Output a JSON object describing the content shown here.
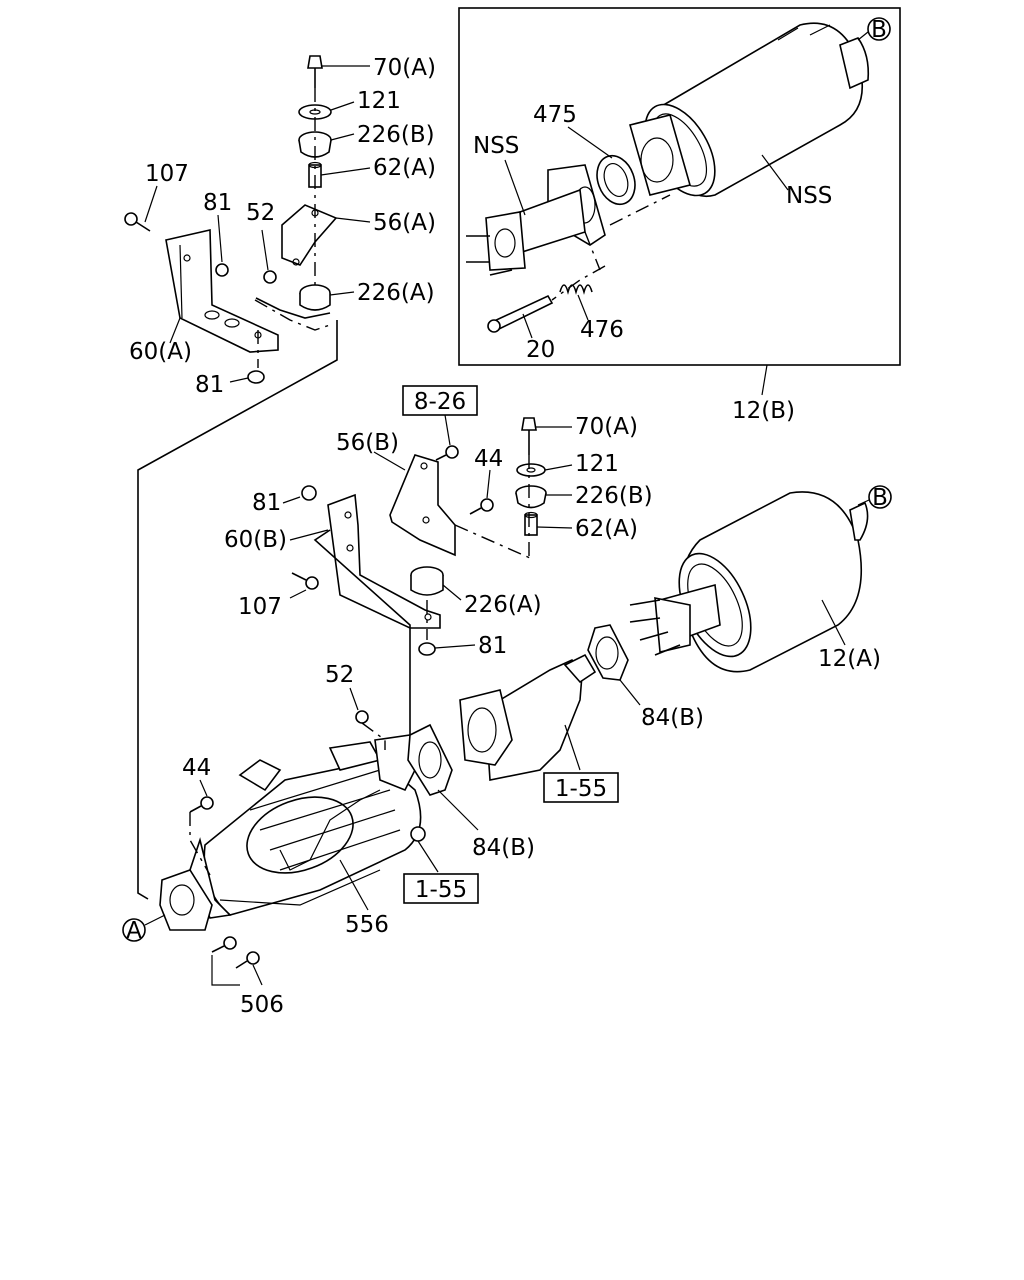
{
  "labels": {
    "b_upper": "B",
    "b_mid": "B",
    "a_lower": "A",
    "nss_1": "NSS",
    "nss_2": "NSS",
    "p475": "475",
    "p476": "476",
    "p20": "20",
    "p12b": "12(B)",
    "p70a_1": "70(A)",
    "p121_1": "121",
    "p226b_1": "226(B)",
    "p62a_1": "62(A)",
    "p56a": "56(A)",
    "p226a_1": "226(A)",
    "p107_1": "107",
    "p81_1": "81",
    "p52_1": "52",
    "p60a": "60(A)",
    "p81_2": "81",
    "ref_826": "8-26",
    "p56b": "56(B)",
    "p44_1": "44",
    "p70a_2": "70(A)",
    "p121_2": "121",
    "p226b_2": "226(B)",
    "p62a_2": "62(A)",
    "p81_3": "81",
    "p60b": "60(B)",
    "p107_2": "107",
    "p226a_2": "226(A)",
    "p81_4": "81",
    "p12a": "12(A)",
    "p52_2": "52",
    "p84b_1": "84(B)",
    "ref_155_1": "1-55",
    "p44_2": "44",
    "p84b_2": "84(B)",
    "ref_155_2": "1-55",
    "p556": "556",
    "p506": "506"
  }
}
